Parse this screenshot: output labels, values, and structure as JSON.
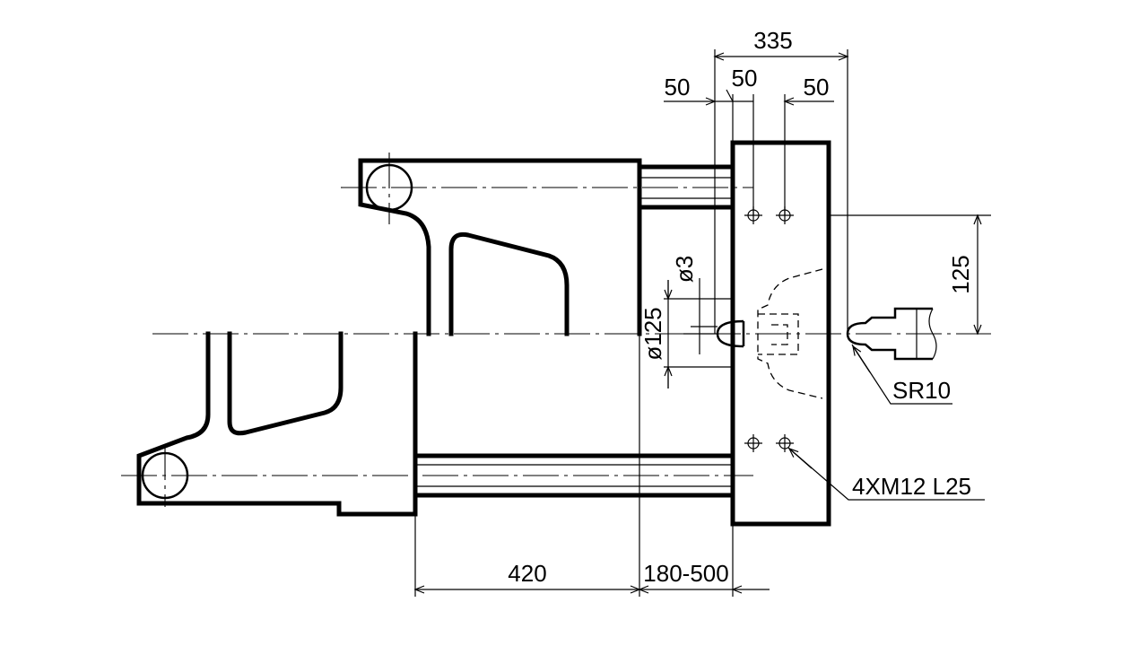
{
  "dimensions": {
    "overall_width": "335",
    "offset_left": "50",
    "hole_spacing_a": "50",
    "hole_spacing_b": "50",
    "vertical_hole_offset": "125",
    "pin_diameter": "ø3",
    "locating_ring_diameter": "ø125",
    "nozzle_radius": "SR10",
    "bolt_holes": "4XM12 L25",
    "tie_bar_length": "420",
    "mould_height": "180-500"
  }
}
